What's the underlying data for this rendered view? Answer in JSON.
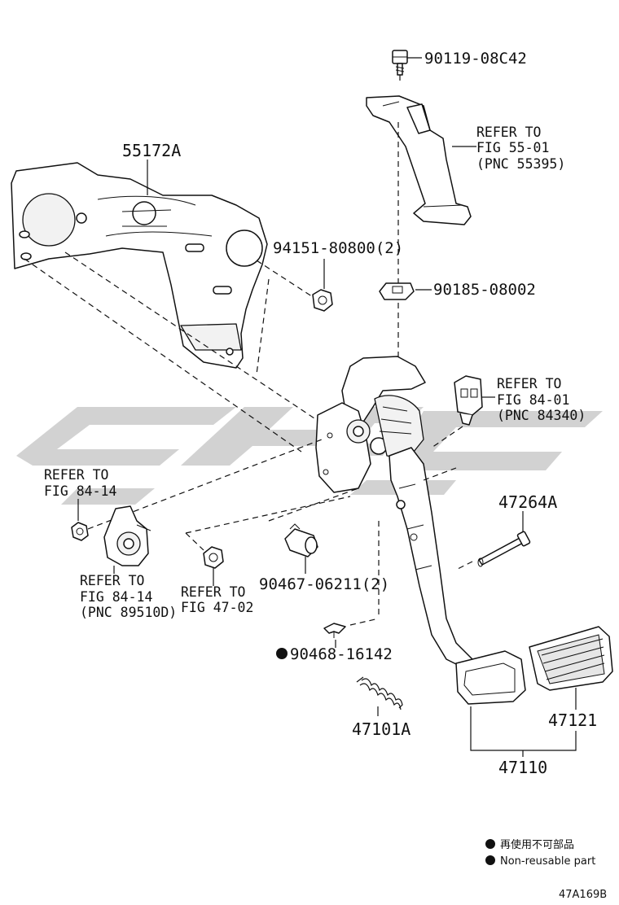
{
  "parts": {
    "bolt_top": "90119-08C42",
    "refer_55_01": [
      "REFER TO",
      "FIG 55-01",
      "(PNC 55395)"
    ],
    "bracket": "55172A",
    "nut_94151": "94151-80800(2)",
    "clip_90185": "90185-08002",
    "refer_84_01": [
      "REFER TO",
      "FIG 84-01",
      "(PNC 84340)"
    ],
    "refer_84_14_a": [
      "REFER TO",
      "FIG 84-14"
    ],
    "pin_47264": "47264A",
    "refer_84_14_b": [
      "REFER TO",
      "FIG 84-14",
      "(PNC 89510D)"
    ],
    "refer_47_02": [
      "REFER TO",
      "FIG 47-02"
    ],
    "bushing_90467": "90467-06211(2)",
    "clip_90468": "90468-16142",
    "spring": "47101A",
    "pad": "47121",
    "pedal_assy": "47110"
  },
  "legend": {
    "line1": "再使用不可部品",
    "line2": "Non-reusable part"
  },
  "figure_code": "47A169B",
  "watermark_color": "#d0d0d0"
}
